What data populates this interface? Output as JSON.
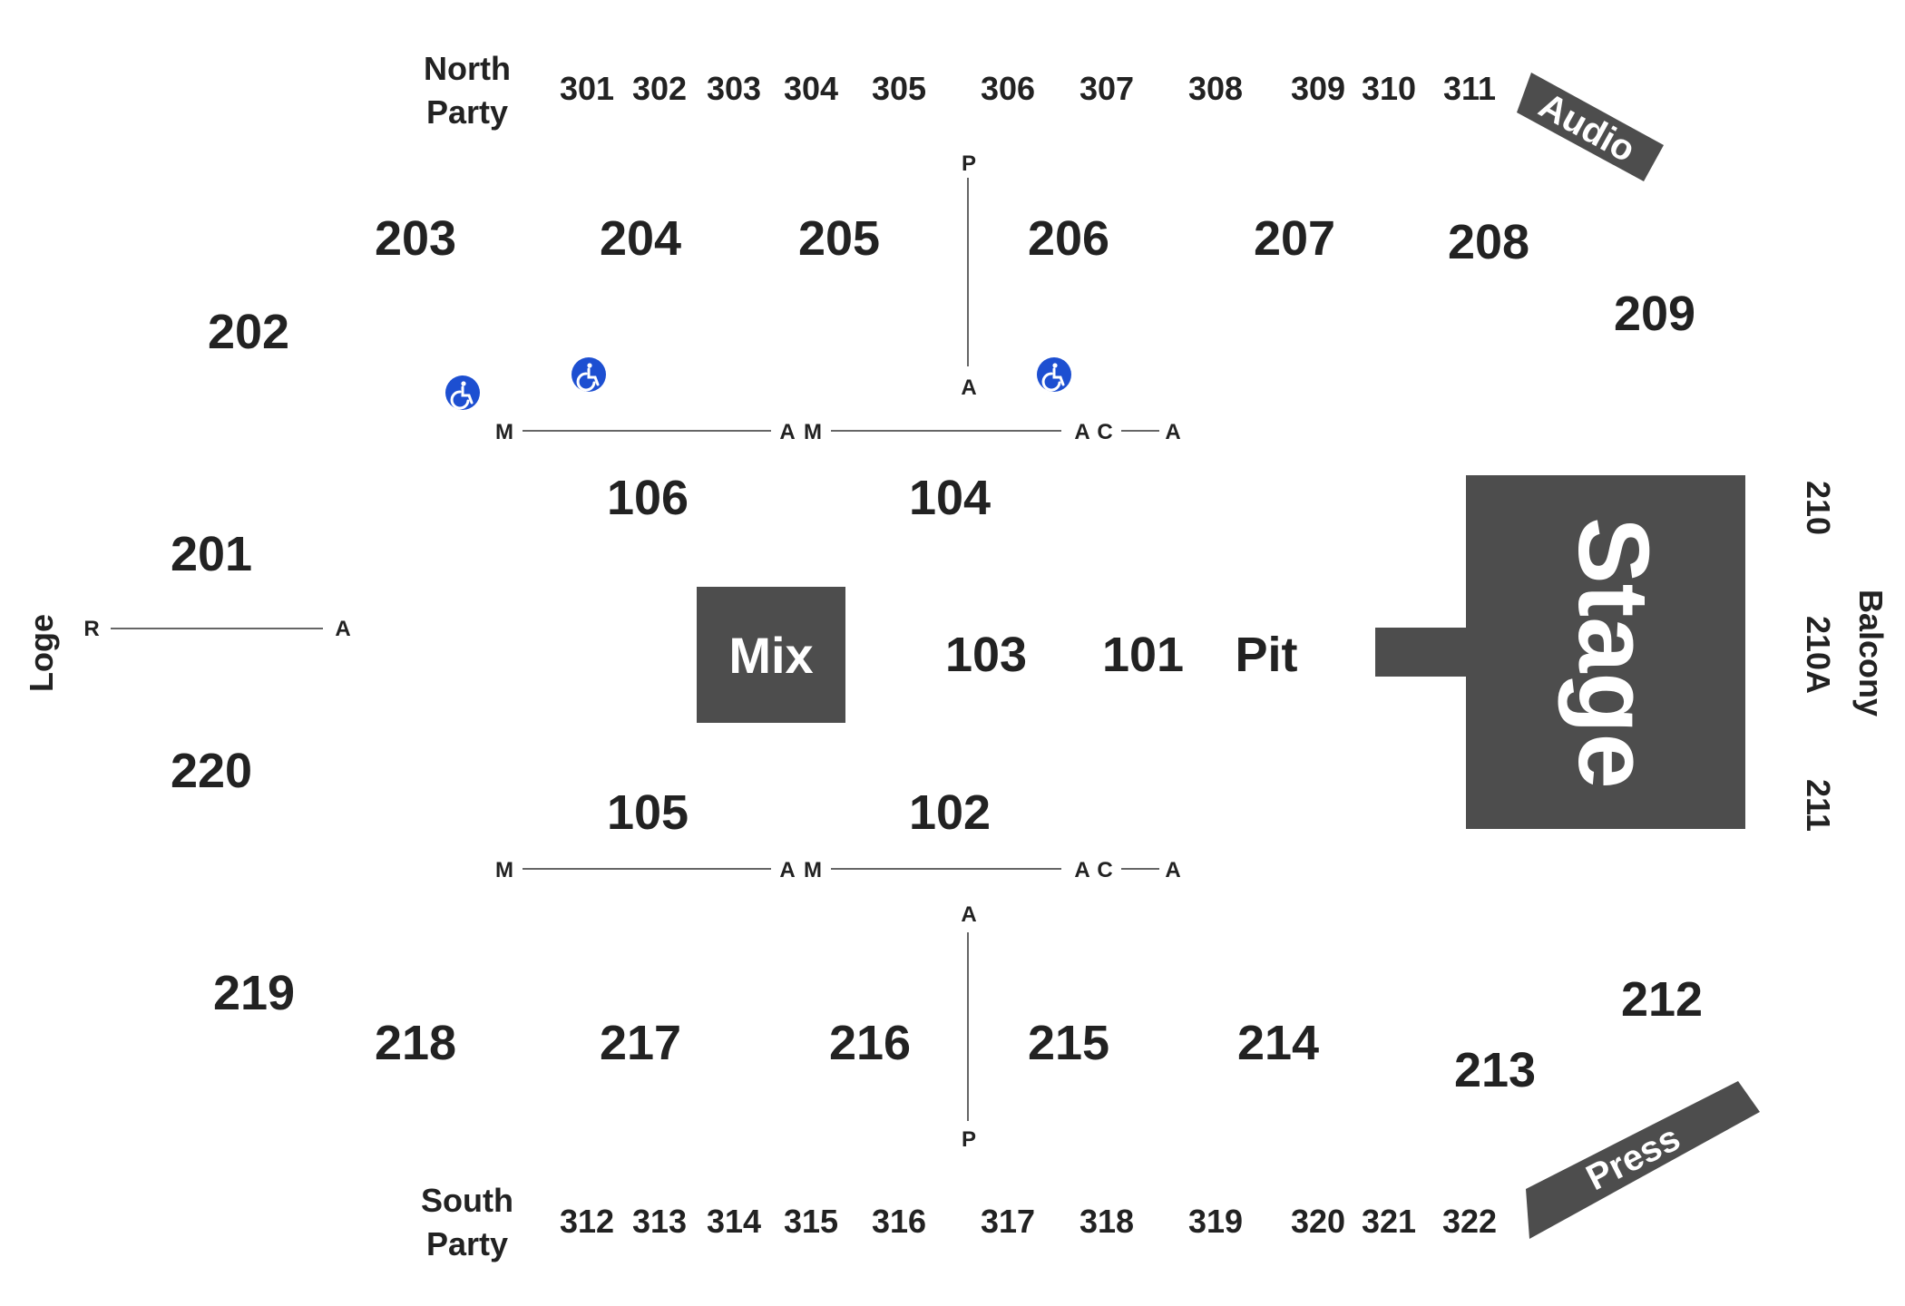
{
  "areas": {
    "stage": "Stage",
    "mix": "Mix",
    "pit": "Pit",
    "audio": "Audio",
    "press": "Press",
    "loge": "Loge",
    "balcony": "Balcony",
    "north_party": [
      "North",
      "Party"
    ],
    "south_party": [
      "South",
      "Party"
    ]
  },
  "sections_100": {
    "s106": "106",
    "s104": "104",
    "s103": "103",
    "s101": "101",
    "s105": "105",
    "s102": "102"
  },
  "sections_200": {
    "s201": "201",
    "s202": "202",
    "s203": "203",
    "s204": "204",
    "s205": "205",
    "s206": "206",
    "s207": "207",
    "s208": "208",
    "s209": "209",
    "s210": "210",
    "s210a": "210A",
    "s211": "211",
    "s212": "212",
    "s213": "213",
    "s214": "214",
    "s215": "215",
    "s216": "216",
    "s217": "217",
    "s218": "218",
    "s219": "219",
    "s220": "220"
  },
  "sections_300_north": [
    "301",
    "302",
    "303",
    "304",
    "305",
    "306",
    "307",
    "308",
    "309",
    "310",
    "311"
  ],
  "sections_300_south": [
    "312",
    "313",
    "314",
    "315",
    "316",
    "317",
    "318",
    "319",
    "320",
    "321",
    "322"
  ],
  "row_labels": {
    "p": "P",
    "a": "A",
    "m": "M",
    "c": "C",
    "r": "R"
  },
  "icons": {
    "accessible": "wheelchair-accessible-icon"
  },
  "colors": {
    "block": "#4d4d4d",
    "accessible": "#1d4fd1",
    "text": "#222222"
  }
}
